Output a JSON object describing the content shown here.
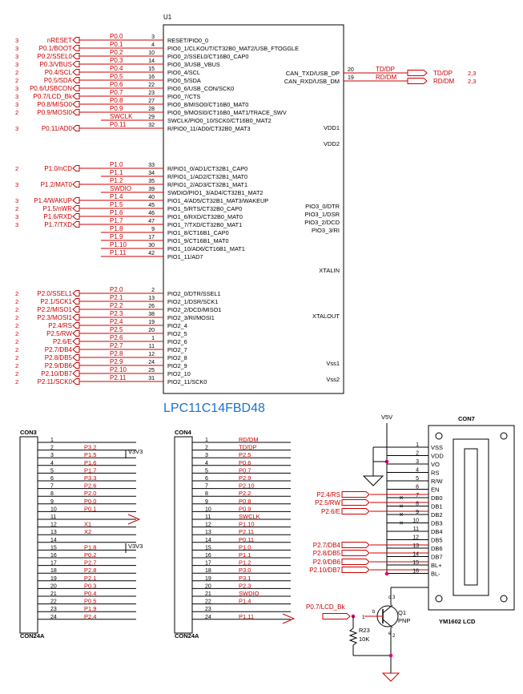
{
  "colors": {
    "wire": "#cc0000",
    "text_red": "#cc0000",
    "text_black": "#000000",
    "blue": "#1a73c8",
    "dot": "#e0007a"
  },
  "u1": {
    "ref": "U1",
    "part": "LPC11C14FBD48",
    "left_pins": [
      {
        "sheet": "3",
        "net": "nRESET",
        "port": "P0.0",
        "num": "3",
        "func": "RESET/PIO0_0"
      },
      {
        "sheet": "3",
        "net": "P0.1/BOOT",
        "port": "P0.1",
        "num": "4",
        "func": "PIO0_1/CLKOUT/CT32B0_MAT2/USB_FTOGGLE"
      },
      {
        "sheet": "3",
        "net": "P0.2/SSEL0",
        "port": "P0.2",
        "num": "10",
        "func": "PIO0_2/SSEL0/CT16B0_CAP0"
      },
      {
        "sheet": "3",
        "net": "P0.3/VBUS",
        "port": "P0.3",
        "num": "14",
        "func": "PIO0_3/USB_VBUS"
      },
      {
        "sheet": "2",
        "net": "P0.4/SCL",
        "port": "P0.4",
        "num": "15",
        "func": "PIO0_4/SCL"
      },
      {
        "sheet": "2",
        "net": "P0.5/SDA",
        "port": "P0.5",
        "num": "16",
        "func": "PIO0_5/SDA"
      },
      {
        "sheet": "3",
        "net": "P0.6/USBCON",
        "port": "P0.6",
        "num": "22",
        "func": "PIO0_6/USB_CON/SCK0"
      },
      {
        "sheet": "3",
        "net": "P0.7/LCD_Bk",
        "port": "P0.7",
        "num": "23",
        "func": "PIO0_7/CTS"
      },
      {
        "sheet": "3",
        "net": "P0.8/MISO0",
        "port": "P0.8",
        "num": "27",
        "func": "PIO0_8/MISO0/CT16B0_MAT0"
      },
      {
        "sheet": "2",
        "net": "P0.9/MOSI0",
        "port": "P0.9",
        "num": "28",
        "func": "PIO0_9/MOSI0/CT16B0_MAT1/TRACE_SWV"
      },
      {
        "sheet": "",
        "net": "",
        "port": "SWCLK",
        "num": "29",
        "func": "SWCLK/PIO0_10/SCK0/CT16B0_MAT2"
      },
      {
        "sheet": "3",
        "net": "P0.11/AD0",
        "port": "P0.11",
        "num": "32",
        "func": "R/PIO0_11/AD0/CT32B0_MAT3"
      },
      {
        "sheet": "2",
        "net": "P1.0/nCD",
        "port": "P1.0",
        "num": "33",
        "func": "R/PIO1_0/AD1/CT32B1_CAP0"
      },
      {
        "sheet": "",
        "net": "",
        "port": "P1.1",
        "num": "34",
        "func": "R/PIO1_1/AD2/CT32B1_MAT0"
      },
      {
        "sheet": "3",
        "net": "P1.2/MAT0",
        "port": "P1.2",
        "num": "35",
        "func": "R/PIO1_2/AD3/CT32B1_MAT1"
      },
      {
        "sheet": "",
        "net": "",
        "port": "SWDIO",
        "num": "39",
        "func": "SWDIO/PIO1_3/AD4/CT32B1_MAT2"
      },
      {
        "sheet": "3",
        "net": "P1.4/WAKUP",
        "port": "P1.4",
        "num": "40",
        "func": "PIO1_4/AD5/CT32B1_MAT3/WAKEUP"
      },
      {
        "sheet": "2",
        "net": "P1.5/nWR",
        "port": "P1.5",
        "num": "45",
        "func": "PIO1_5/RTS/CT32B0_CAP0"
      },
      {
        "sheet": "3",
        "net": "P1.6/RXD",
        "port": "P1.6",
        "num": "46",
        "func": "PIO1_6/RXD/CT32B0_MAT0"
      },
      {
        "sheet": "3",
        "net": "P1.7/TXD",
        "port": "P1.7",
        "num": "47",
        "func": "PIO1_7/TXD/CT32B0_MAT1"
      },
      {
        "sheet": "",
        "net": "",
        "port": "P1.8",
        "num": "9",
        "func": "PIO1_8/CT16B1_CAP0"
      },
      {
        "sheet": "",
        "net": "",
        "port": "P1.9",
        "num": "17",
        "func": "PIO1_9/CT16B1_MAT0"
      },
      {
        "sheet": "",
        "net": "",
        "port": "P1.10",
        "num": "30",
        "func": "PIO1_10/AD6/CT16B1_MAT1"
      },
      {
        "sheet": "",
        "net": "",
        "port": "P1.11",
        "num": "42",
        "func": "PIO1_11/AD7"
      },
      {
        "sheet": "2",
        "net": "P2.0/SSEL1",
        "port": "P2.0",
        "num": "2",
        "func": "PIO2_0/DTR/SSEL1"
      },
      {
        "sheet": "2",
        "net": "P2.1/SCK1",
        "port": "P2.1",
        "num": "13",
        "func": "PIO2_1/DSR/SCK1"
      },
      {
        "sheet": "2",
        "net": "P2.2/MISO1",
        "port": "P2.2",
        "num": "26",
        "func": "PIO2_2/DCD/MISO1"
      },
      {
        "sheet": "2",
        "net": "P2.3/MOSI1",
        "port": "P2.3",
        "num": "38",
        "func": "PIO2_3/RI/MOSI1"
      },
      {
        "sheet": "2",
        "net": "P2.4/RS",
        "port": "P2.4",
        "num": "19",
        "func": "PIO2_4"
      },
      {
        "sheet": "2",
        "net": "P2.5/RW",
        "port": "P2.5",
        "num": "20",
        "func": "PIO2_5"
      },
      {
        "sheet": "2",
        "net": "P2.6/E",
        "port": "P2.6",
        "num": "1",
        "func": "PIO2_6"
      },
      {
        "sheet": "2",
        "net": "P2.7/DB4",
        "port": "P2.7",
        "num": "11",
        "func": "PIO2_7"
      },
      {
        "sheet": "2",
        "net": "P2.8/DB5",
        "port": "P2.8",
        "num": "12",
        "func": "PIO2_8"
      },
      {
        "sheet": "2",
        "net": "P2.9/DB6",
        "port": "P2.9",
        "num": "24",
        "func": "PIO2_9"
      },
      {
        "sheet": "2",
        "net": "P2.10/DB7",
        "port": "P2.10",
        "num": "25",
        "func": "PIO2_10"
      },
      {
        "sheet": "2",
        "net": "P2.11/SCK0",
        "port": "P2.11",
        "num": "31",
        "func": "PIO2_11/SCK0"
      }
    ],
    "right_pins": [
      {
        "func": "CAN_TXD/USB_DP",
        "num": "20",
        "net": "TD/DP",
        "sheet": "2,3"
      },
      {
        "func": "CAN_RXD/USB_DM",
        "num": "19",
        "net": "RD/DM",
        "sheet": "2,3"
      }
    ],
    "right_labels": [
      "VDD1",
      "VDD2",
      "PIO3_0/DTR",
      "PIO3_1/DSR",
      "PIO3_2/DCD",
      "PIO3_3/RI",
      "XTALIN",
      "XTALOUT",
      "Vss1",
      "Vss2"
    ]
  },
  "con3": {
    "ref": "CON3",
    "part": "CON24A",
    "pins": [
      "1",
      "2",
      "3",
      "4",
      "5",
      "6",
      "7",
      "8",
      "9",
      "10",
      "11",
      "12",
      "13",
      "14",
      "15",
      "16",
      "17",
      "18",
      "19",
      "20",
      "21",
      "22",
      "23",
      "24"
    ],
    "nets": [
      "",
      "P3.2",
      "P1.5",
      "P1.6",
      "P1.7",
      "P3.3",
      "P2.6",
      "P2.0",
      "P0.0",
      "P0.1",
      "",
      "X1",
      "X2",
      "",
      "P1.8",
      "P0.2",
      "P2.7",
      "P2.8",
      "P2.1",
      "P0.3",
      "P0.4",
      "P0.5",
      "P1.9",
      "P2.4"
    ],
    "v3v3": "V3V3"
  },
  "con4": {
    "ref": "CON4",
    "part": "CON24A",
    "pins": [
      "1",
      "2",
      "3",
      "4",
      "5",
      "6",
      "7",
      "8",
      "9",
      "10",
      "11",
      "12",
      "13",
      "14",
      "15",
      "16",
      "17",
      "18",
      "19",
      "20",
      "21",
      "22",
      "23",
      "24"
    ],
    "nets": [
      "RD/DM",
      "TD/DP",
      "P2.5",
      "P0.6",
      "P0.7",
      "P2.9",
      "P2.10",
      "P2.2",
      "P0.8",
      "P0.9",
      "SWCLK",
      "P1.10",
      "P2.11",
      "P0.11",
      "P1.0",
      "P1.1",
      "P1.2",
      "P3.0",
      "P3.1",
      "P2.3",
      "SWDIO",
      "P1.4",
      "",
      "P1.11"
    ]
  },
  "con7": {
    "ref": "CON7",
    "part": "YM1602 LCD",
    "vcc": "V5V",
    "pins": [
      {
        "num": "1",
        "name": "VSS"
      },
      {
        "num": "2",
        "name": "VDD"
      },
      {
        "num": "3",
        "name": "VO"
      },
      {
        "num": "4",
        "name": "RS"
      },
      {
        "num": "5",
        "name": "R/W"
      },
      {
        "num": "6",
        "name": "EN"
      },
      {
        "num": "7",
        "name": "DB0"
      },
      {
        "num": "8",
        "name": "DB1"
      },
      {
        "num": "9",
        "name": "DB2"
      },
      {
        "num": "10",
        "name": "DB3"
      },
      {
        "num": "11",
        "name": "DB4"
      },
      {
        "num": "12",
        "name": "DB5"
      },
      {
        "num": "13",
        "name": "DB6"
      },
      {
        "num": "14",
        "name": "DB7"
      },
      {
        "num": "15",
        "name": "BL+"
      },
      {
        "num": "16",
        "name": "BL-"
      }
    ],
    "inputs": [
      "P2.4/RS",
      "P2.5/RW",
      "P2.6/E",
      "P2.7/DB4",
      "P2.8/DB5",
      "P2.9/DB6",
      "P2.10/DB7"
    ]
  },
  "q1": {
    "ref": "Q1",
    "type": "PNP",
    "input": "P0.7/LCD_Bk",
    "b": "b",
    "c": "c",
    "e": "e",
    "p1": "1",
    "p2": "2",
    "p3": "3"
  },
  "r23": {
    "ref": "R23",
    "value": "10K"
  }
}
